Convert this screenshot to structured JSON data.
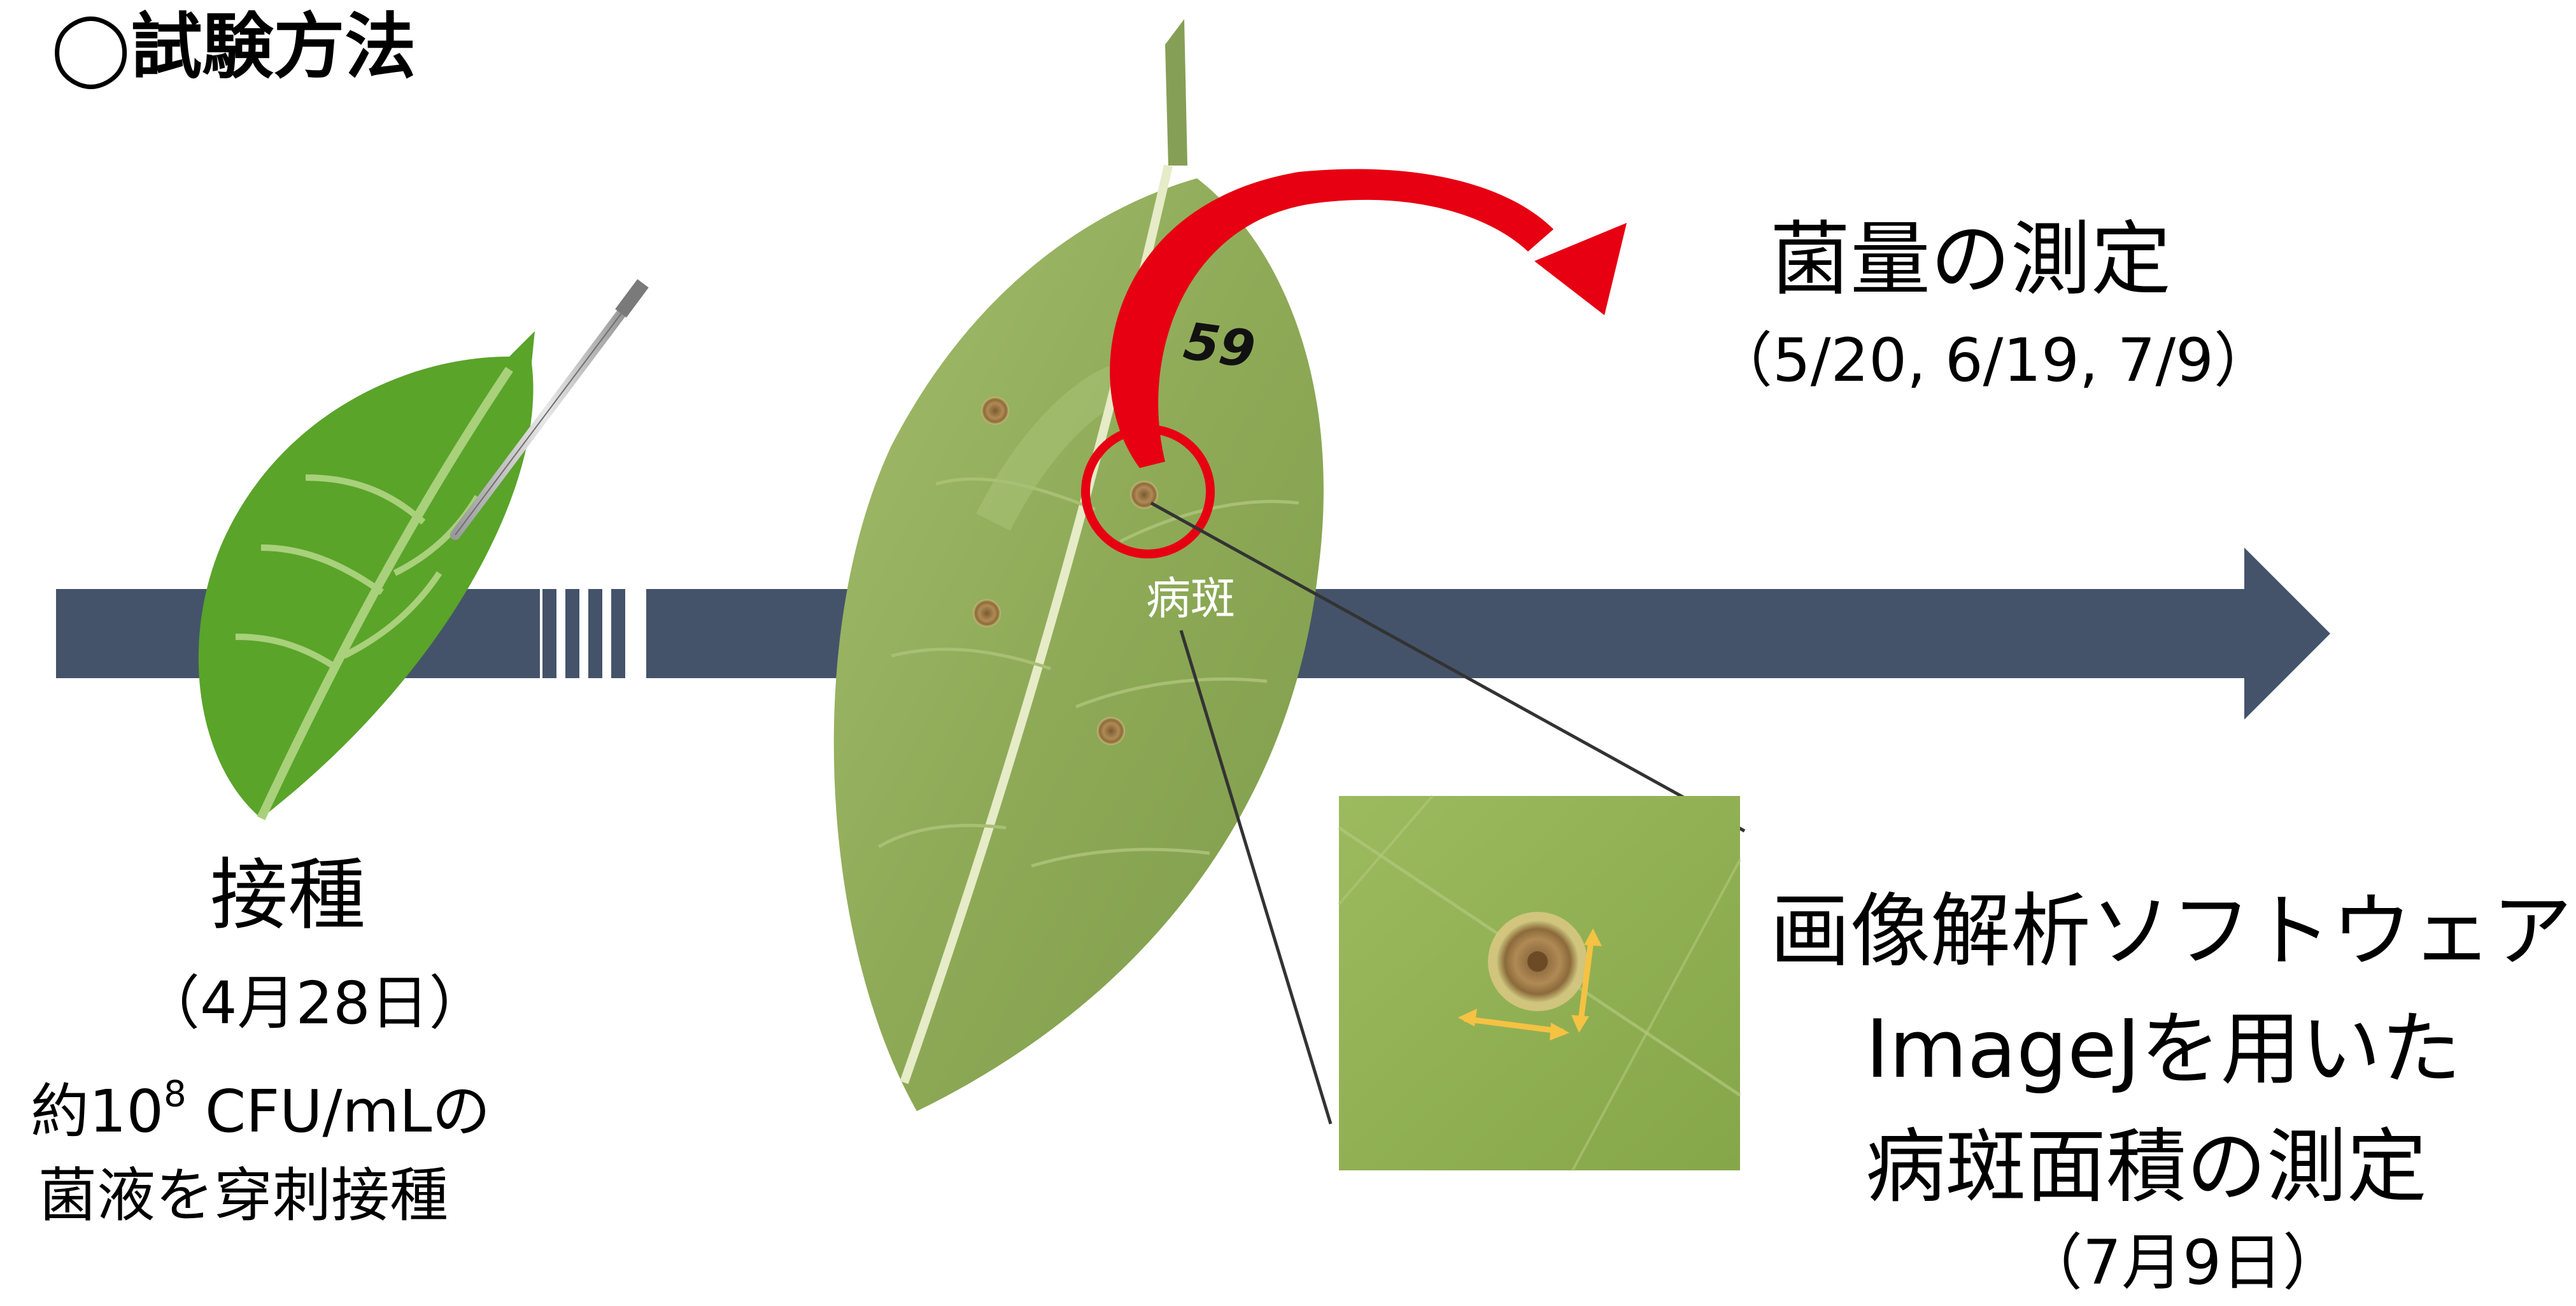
{
  "title": "◯試験方法",
  "inoculation": {
    "title": "接種",
    "date": "（4月28日）",
    "desc_prefix": "約10",
    "desc_exponent": "8",
    "desc_suffix": " CFU/mLの",
    "desc_line2": "菌液を穿刺接種"
  },
  "leaf_photo": {
    "number_label": "59",
    "lesion_label": "病斑"
  },
  "bacteria_measurement": {
    "title": "菌量の測定",
    "dates": "（5/20, 6/19, 7/9）"
  },
  "image_analysis": {
    "line1": "画像解析ソフトウェア",
    "line2": "ImageJを用いた",
    "line3": "病斑面積の測定",
    "date": "（7月9日）"
  },
  "colors": {
    "timeline_arrow": "#44536a",
    "highlight_red": "#e60012",
    "leaf_icon": "#5aa42a",
    "photo_leaf": "#93ad5c",
    "measure_arrows": "#f5c242"
  }
}
